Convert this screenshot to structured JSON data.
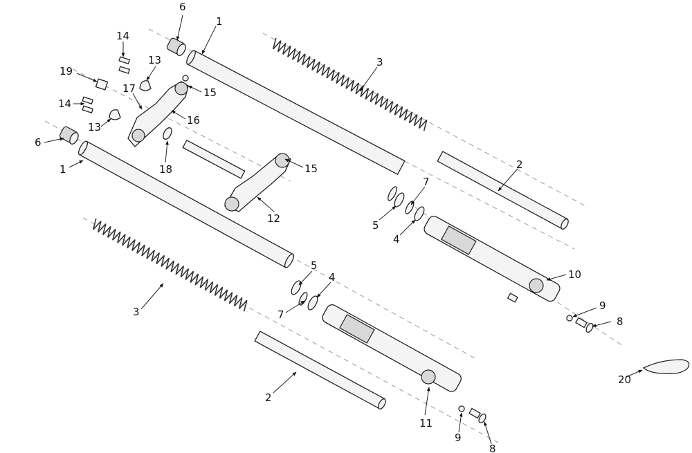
{
  "callouts": {
    "c1a": "1",
    "c1b": "1",
    "c2a": "2",
    "c2b": "2",
    "c3a": "3",
    "c3b": "3",
    "c4a": "4",
    "c4b": "4",
    "c5a": "5",
    "c5b": "5",
    "c6a": "6",
    "c6b": "6",
    "c7a": "7",
    "c7b": "7",
    "c8a": "8",
    "c8b": "8",
    "c9a": "9",
    "c9b": "9",
    "c10": "10",
    "c11": "11",
    "c12": "12",
    "c13a": "13",
    "c13b": "13",
    "c14a": "14",
    "c14b": "14",
    "c15a": "15",
    "c15b": "15",
    "c16": "16",
    "c17": "17",
    "c18": "18",
    "c19": "19",
    "c20": "20"
  }
}
